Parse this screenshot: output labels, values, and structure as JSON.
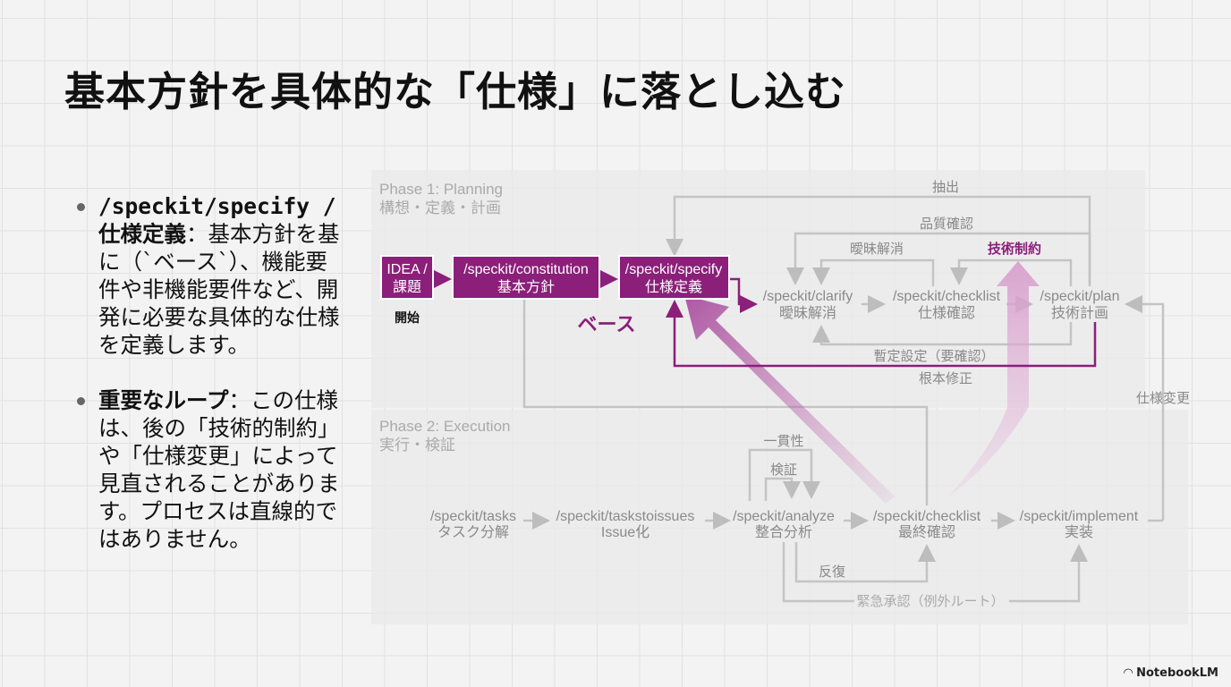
{
  "title": "基本方針を具体的な「仕様」に落とし込む",
  "bullets": [
    {
      "heading": "/speckit/specify / 仕様定義",
      "text": "：基本方針を基に（`ベース`）、機能要件や非機能要件など、開発に必要な具体的な仕様を定義します。"
    },
    {
      "heading": "重要なループ",
      "text": "：この仕様は、後の「技術的制約」や「仕様変更」によって見直されることがあります。プロセスは直線的ではありません。"
    }
  ],
  "diagram": {
    "phase1": {
      "title": "Phase 1: Planning",
      "subtitle": "構想・定義・計画"
    },
    "phase2": {
      "title": "Phase 2: Execution",
      "subtitle": "実行・検証"
    },
    "idea": {
      "line1": "IDEA /",
      "line2": "課題",
      "caption": "開始"
    },
    "constitution": {
      "cmd": "/speckit/constitution",
      "label": "基本方針"
    },
    "specify": {
      "cmd": "/speckit/specify",
      "label": "仕様定義"
    },
    "base_label": "ベース",
    "clarify": {
      "cmd": "/speckit/clarify",
      "label": "曖昧解消"
    },
    "checklist1": {
      "cmd": "/speckit/checklist",
      "label": "仕様確認"
    },
    "plan": {
      "cmd": "/speckit/plan",
      "label": "技術計画"
    },
    "tasks": {
      "cmd": "/speckit/tasks",
      "label": "タスク分解"
    },
    "taskstoissues": {
      "cmd": "/speckit/taskstoissues",
      "label": "Issue化"
    },
    "analyze": {
      "cmd": "/speckit/analyze",
      "label": "整合分析"
    },
    "checklist2": {
      "cmd": "/speckit/checklist",
      "label": "最終確認"
    },
    "implement": {
      "cmd": "/speckit/implement",
      "label": "実装"
    },
    "edges": {
      "extract": "抽出",
      "quality": "品質確認",
      "disambig": "曖昧解消",
      "tech_constraint": "技術制約",
      "provisional": "暫定設定（要確認）",
      "root_fix": "根本修正",
      "spec_change": "仕様変更",
      "consistency": "一貫性",
      "verify": "検証",
      "iterate": "反復",
      "emergency": "緊急承認（例外ルート）"
    },
    "colors": {
      "accent": "#8b1f7a",
      "gray": "#bdbdbd"
    }
  },
  "brand": "NotebookLM"
}
